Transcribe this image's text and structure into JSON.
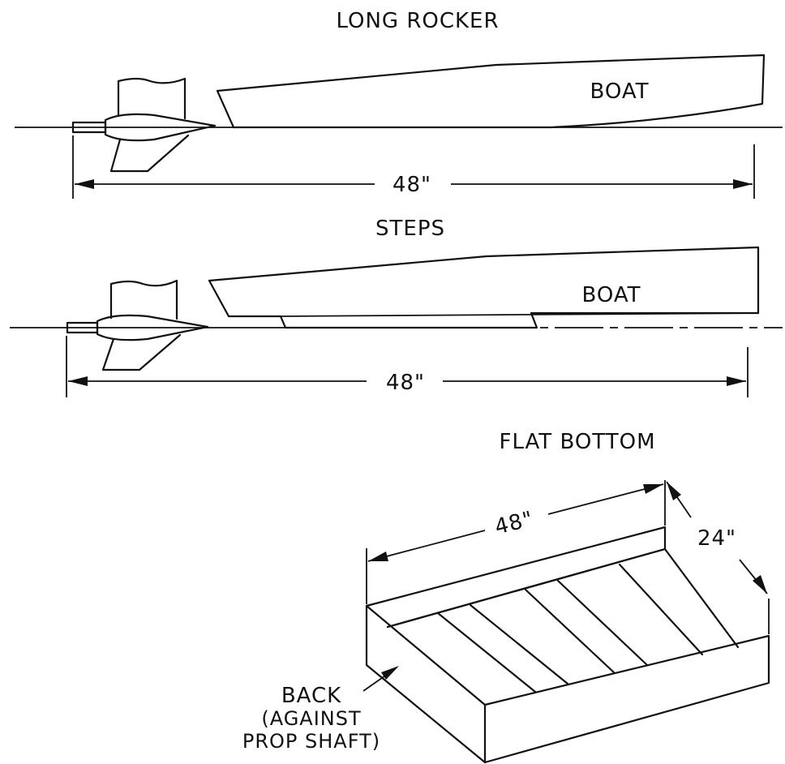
{
  "diagram": {
    "long_rocker": {
      "title": "LONG ROCKER",
      "boat_label": "BOAT",
      "dimension": "48\""
    },
    "steps": {
      "title": "STEPS",
      "boat_label": "BOAT",
      "dimension": "48\""
    },
    "flat_bottom": {
      "title": "FLAT BOTTOM",
      "length_dimension": "48\"",
      "width_dimension": "24\"",
      "back_label": "BACK",
      "back_note_line1": "(AGAINST",
      "back_note_line2": "PROP SHAFT)"
    }
  },
  "colors": {
    "ink": "#111111",
    "background": "#ffffff"
  }
}
